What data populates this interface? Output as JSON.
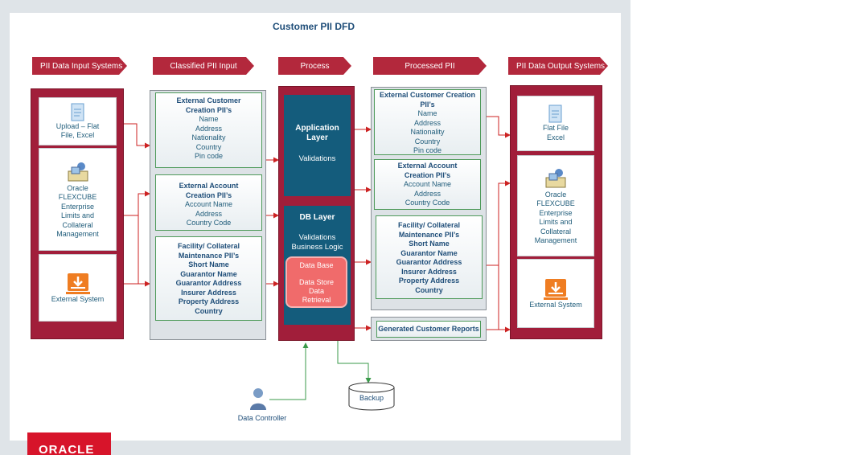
{
  "title": "Customer PII DFD",
  "headers": {
    "input_systems": "PII Data Input Systems",
    "classified": "Classified  PII Input",
    "process": "Process",
    "processed": "Processed PII",
    "output_systems": "PII Data Output Systems"
  },
  "input_systems": {
    "upload": [
      "Upload – Flat",
      "File, Excel"
    ],
    "oracle": [
      "Oracle",
      "FLEXCUBE",
      "Enterprise",
      "Limits and",
      "Collateral",
      "Management"
    ],
    "external": "External System"
  },
  "classified": {
    "customer": {
      "heading": [
        "External Customer",
        "Creation PII’s"
      ],
      "items": [
        "Name",
        "Address",
        "Nationality",
        "Country",
        "Pin code"
      ]
    },
    "account": {
      "heading": [
        "External Account",
        "Creation PII’s"
      ],
      "items": [
        "Account Name",
        "Address",
        "Country Code"
      ]
    },
    "facility": {
      "heading": [
        "Facility/ Collateral",
        "Maintenance PII’s"
      ],
      "items": [
        "Short Name",
        "Guarantor Name",
        "Guarantor Address",
        "Insurer Address",
        "Property Address",
        "Country"
      ]
    }
  },
  "process": {
    "app_layer": [
      "Application",
      "Layer"
    ],
    "app_validations": "Validations",
    "db_layer": "DB Layer",
    "db_validations": [
      "Validations",
      "Business  Logic"
    ],
    "db_pill": [
      "Data Base",
      "Data Store",
      "Data",
      "Retrieval"
    ]
  },
  "processed": {
    "customer": {
      "heading": [
        "External Customer Creation",
        "PII’s"
      ],
      "items": [
        "Name",
        "Address",
        "Nationality",
        "Country",
        "Pin code"
      ]
    },
    "account": {
      "heading": [
        "External Account",
        "Creation PII’s"
      ],
      "items": [
        "Account Name",
        "Address",
        "Country Code"
      ]
    },
    "facility": {
      "heading": [
        "Facility/ Collateral",
        "Maintenance PII’s"
      ],
      "items": [
        "Short Name",
        "Guarantor Name",
        "Guarantor Address",
        "Insurer Address",
        "Property Address",
        "Country"
      ]
    },
    "reports": "Generated Customer Reports"
  },
  "output_systems": {
    "flat": [
      "Flat File",
      "Excel"
    ],
    "oracle": [
      "Oracle",
      "FLEXCUBE",
      "Enterprise",
      "Limits and",
      "Collateral",
      "Management"
    ],
    "external": "External System"
  },
  "data_controller": "Data Controller",
  "backup": "Backup",
  "logo": "ORACLE",
  "colors": {
    "chevron": "#b3283c",
    "frame": "#a11e3a",
    "process_blue": "#145c7c",
    "arrow": "#cc2222",
    "link_green": "#3a9a4a"
  }
}
